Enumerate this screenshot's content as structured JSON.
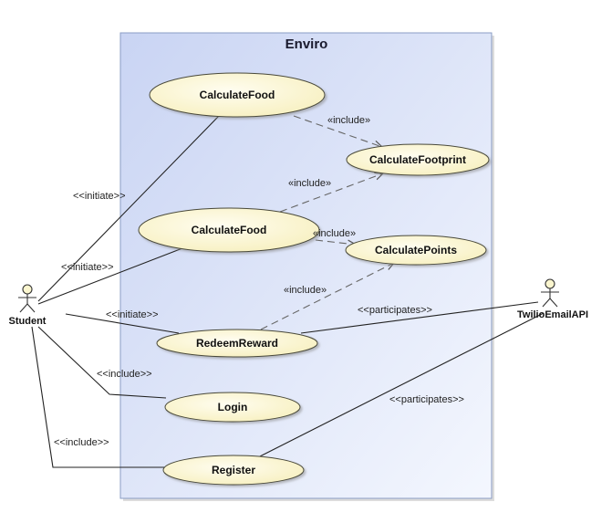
{
  "system": {
    "name": "Enviro"
  },
  "actors": [
    {
      "id": "student",
      "name": "Student"
    },
    {
      "id": "twilio",
      "name": "TwilioEmailAPI"
    }
  ],
  "use_cases": [
    {
      "id": "uc1",
      "name": "CalculateFood"
    },
    {
      "id": "uc2",
      "name": "CalculateFootprint"
    },
    {
      "id": "uc3",
      "name": "CalculateFood"
    },
    {
      "id": "uc4",
      "name": "CalculatePoints"
    },
    {
      "id": "uc5",
      "name": "RedeemReward"
    },
    {
      "id": "uc6",
      "name": "Login"
    },
    {
      "id": "uc7",
      "name": "Register"
    }
  ],
  "relations": {
    "r1": "<<initiate>>",
    "r2": "<<initiate>>",
    "r3": "<<initiate>>",
    "r4": "<<include>>",
    "r5": "<<include>>",
    "r6": "«include»",
    "r7": "«include»",
    "r8": "«include»",
    "r9": "«include»",
    "r10": "<<participates>>",
    "r11": "<<participates>>"
  },
  "colors": {
    "use_case_fill": "#fbf6cf",
    "system_fill": "#dde5f7",
    "system_border": "#8a9cc4",
    "line": "#222222",
    "dashed": "#666666"
  }
}
